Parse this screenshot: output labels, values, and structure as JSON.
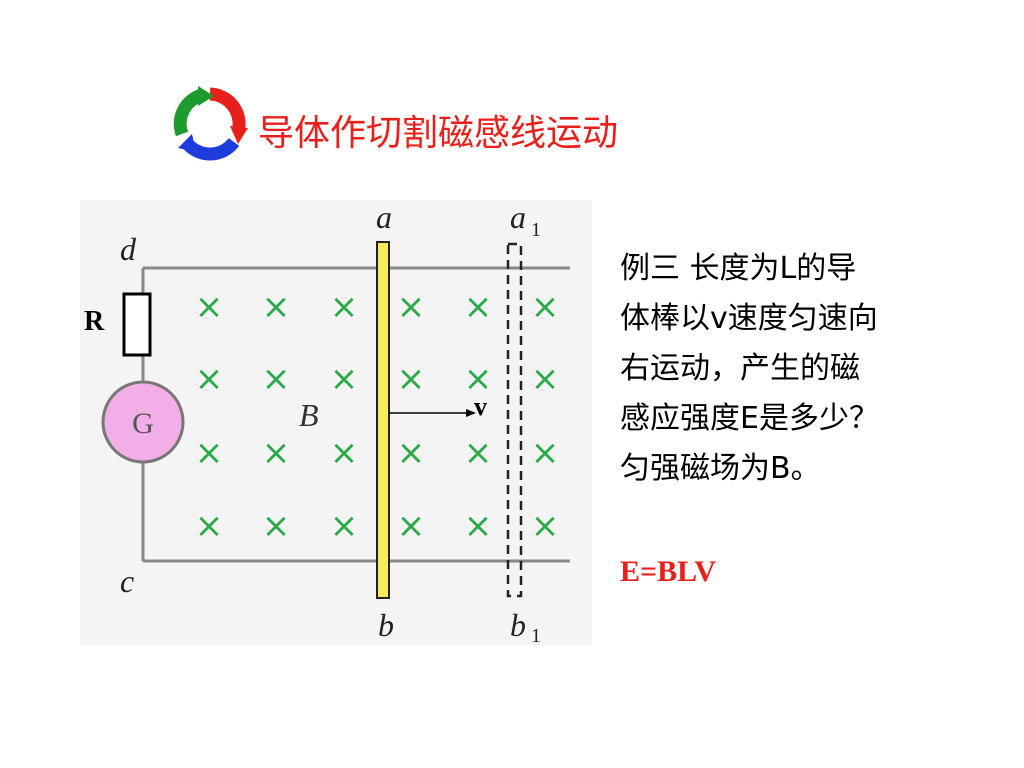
{
  "slide": {
    "title": "导体作切割磁感线运动",
    "problem_lines": [
      "例三 长度为L的导",
      "体棒以v速度匀速向",
      "右运动，产生的磁",
      "感应强度E是多少？",
      "匀强磁场为B。"
    ],
    "answer": "E=BLV"
  },
  "diagram": {
    "labels": {
      "a": "a",
      "a1_base": "a",
      "a1_sub": "1",
      "b": "b",
      "b1_base": "b",
      "b1_sub": "1",
      "c": "c",
      "d": "d",
      "R": "R",
      "G": "G",
      "B": "B",
      "v": "v"
    },
    "field_symbol": "×",
    "field_rows": 4,
    "field_cols": 6
  },
  "colors": {
    "title": "#e8201c",
    "answer": "#e8201c",
    "field_x": "#2da84a",
    "rod": "#f5ec58",
    "galvanometer": "#f2aee6",
    "panel_bg": "#f4f4f4",
    "logo_red": "#e8201c",
    "logo_green": "#1e9a2e",
    "logo_blue": "#1e3cdc"
  }
}
